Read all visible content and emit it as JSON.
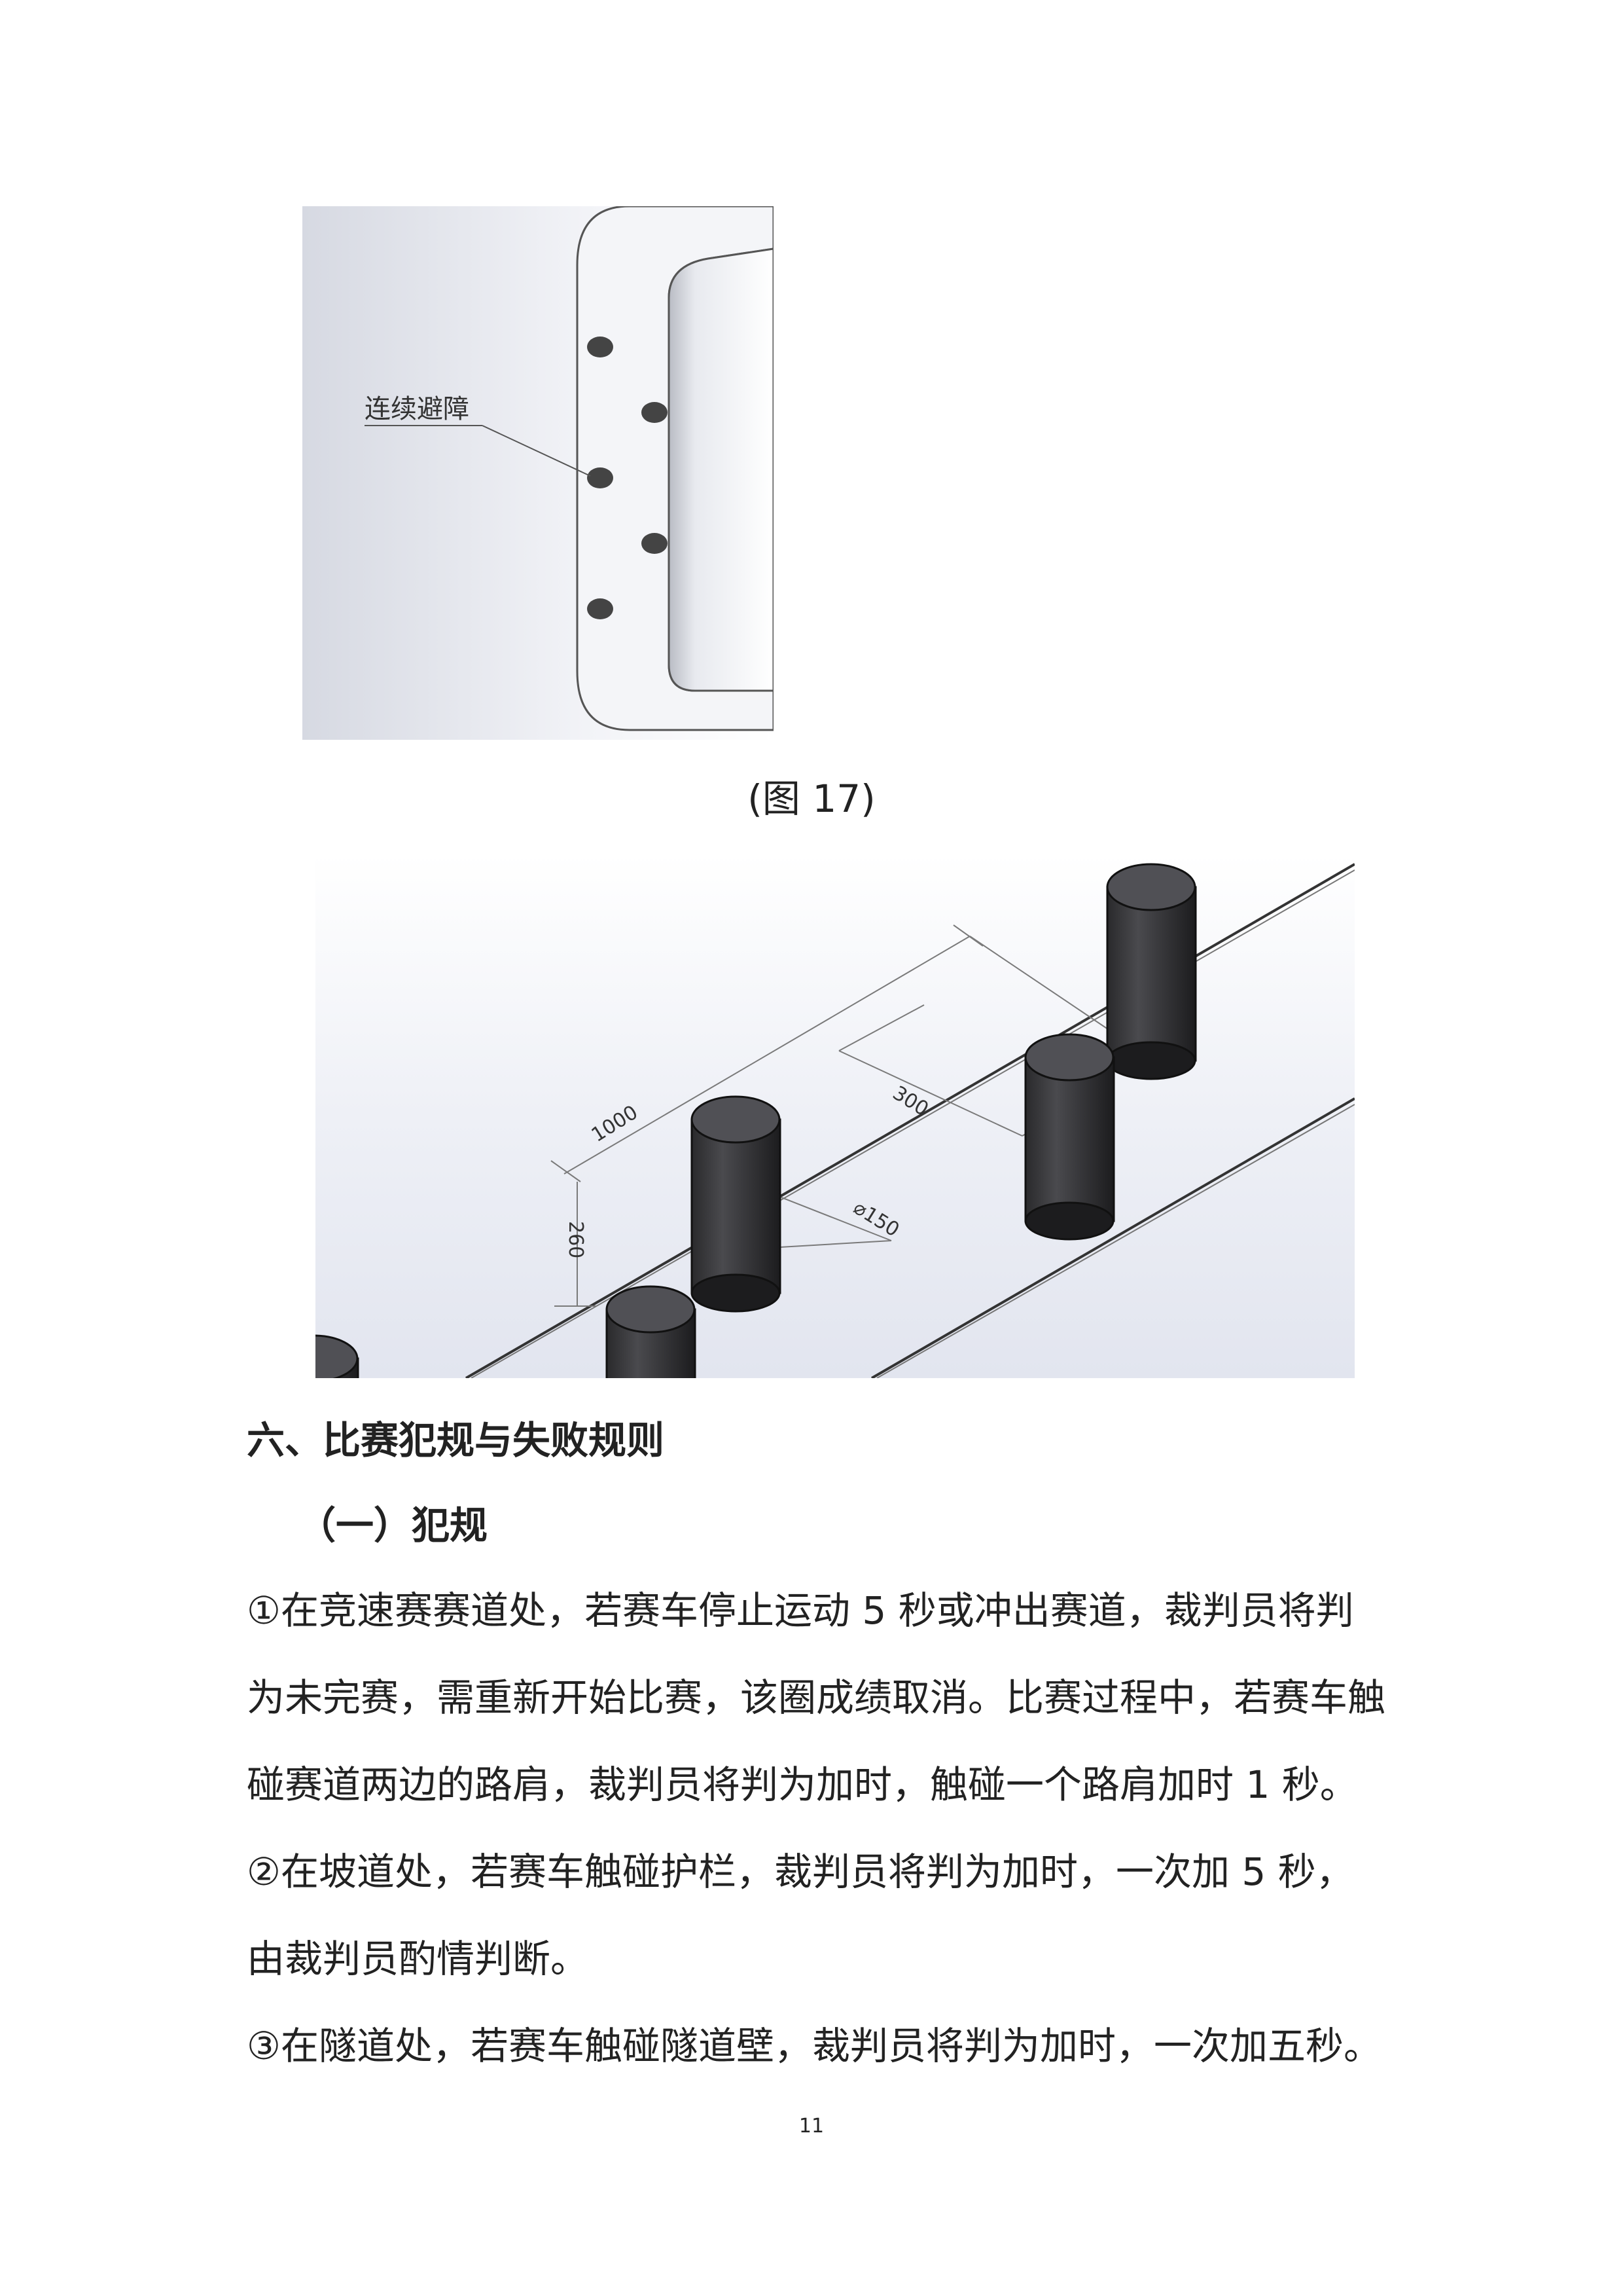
{
  "figure17": {
    "label": "连续避障"
  },
  "caption": "(图 17)",
  "figure18": {
    "dim_1000": "1000",
    "dim_300": "300",
    "dim_150": "⌀150",
    "dim_260": "260"
  },
  "heading": "六、比赛犯规与失败规则",
  "subheading": "（一）犯规",
  "paragraphs": {
    "p1_line1": "①在竞速赛赛道处，若赛车停止运动 5 秒或冲出赛道，裁判员将判",
    "p1_line2": "为未完赛，需重新开始比赛，该圈成绩取消。比赛过程中，若赛车触",
    "p1_line3": "碰赛道两边的路肩，裁判员将判为加时，触碰一个路肩加时 1 秒。",
    "p2_line1": "②在坡道处，若赛车触碰护栏，裁判员将判为加时，一次加 5 秒，",
    "p2_line2": "由裁判员酌情判断。",
    "p3_line1": "③在隧道处，若赛车触碰隧道壁，裁判员将判为加时，一次加五秒。"
  },
  "page_number": "11"
}
